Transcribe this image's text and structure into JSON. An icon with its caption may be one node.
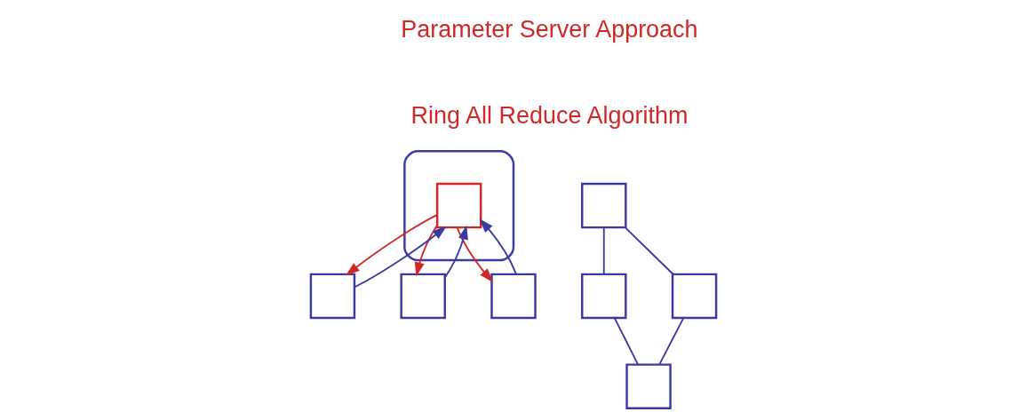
{
  "diagram": {
    "nodes": [
      {
        "text": [],
        "shape": "ellipse"
      },
      {
        "text": [],
        "shape": "box",
        "in": 0
      },
      {
        "text": [],
        "shape": "box"
      },
      {
        "text": [],
        "shape": "box"
      },
      {
        "text": [],
        "shape": "box"
      },
      {
        "text": [],
        "shape": "box"
      },
      {
        "text": [],
        "shape": "box"
      },
      {
        "text": [],
        "shape": "box"
      },
      {
        "text": [],
        "shape": "box"
      }
    ],
    "edges": [
      {
        "from": 1,
        "to": 6,
        "arrow": "to",
        "color": "#d02828"
      },
      {
        "from": 1,
        "to": 7,
        "arrow": "to",
        "color": "#d02828"
      },
      {
        "from": 1,
        "to": 8,
        "arrow": "to",
        "color": "#d02828"
      },
      {
        "from": 6,
        "to": 1,
        "arrow": "to"
      },
      {
        "from": 7,
        "to": 1,
        "arrow": "to"
      },
      {
        "from": 8,
        "to": 1,
        "arrow": "to"
      },
      {
        "from": 2,
        "to": 3,
        "arrow": "none"
      },
      {
        "from": 2,
        "to": 4,
        "arrow": "none"
      },
      {
        "from": 3,
        "to": 5,
        "arrow": "none"
      },
      {
        "from": 4,
        "to": 5,
        "arrow": "none"
      }
    ],
    "labels": [
      "Parameter Server Approach",
      "Ring All Reduce Algorithm"
    ]
  }
}
